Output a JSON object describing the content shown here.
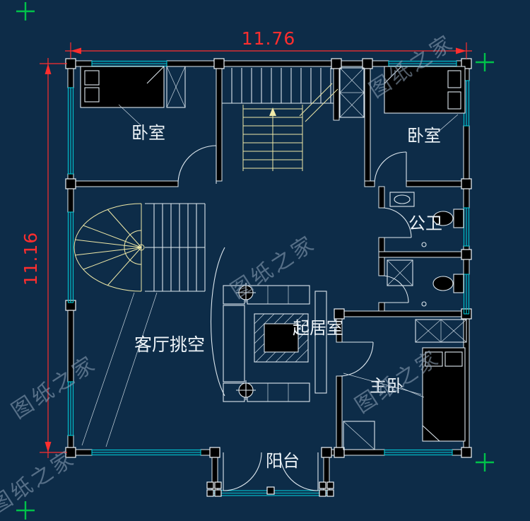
{
  "drawing": {
    "dim_top": "11.76",
    "dim_left": "11.16"
  },
  "rooms": {
    "bedroom_left": "卧室",
    "bedroom_right": "卧室",
    "bathroom": "公卫",
    "living_void": "客厅挑空",
    "sitting_room": "起居室",
    "master_bedroom": "主卧",
    "balcony": "阳台"
  },
  "watermark": "图纸之家",
  "colors": {
    "background": "#0d2c48",
    "line": "#dde7ee",
    "wall_fill": "#000000",
    "window": "#00c6d4",
    "dimension": "#ff2e2e",
    "stair": "#efe9a8",
    "register_mark": "#00c24a",
    "watermark": "#93a6bb"
  }
}
